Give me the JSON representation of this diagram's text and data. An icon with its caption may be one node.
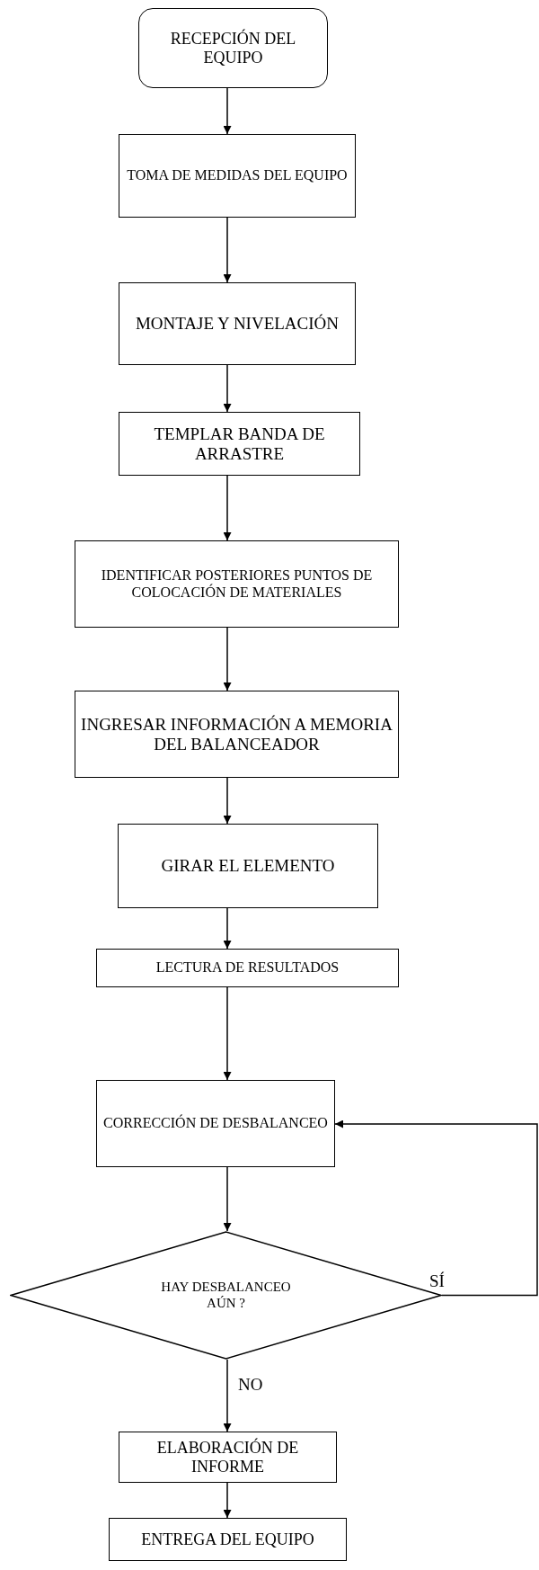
{
  "diagram": {
    "nodes": [
      {
        "text": [
          "RECEPCIÓN DEL EQUIPO"
        ]
      },
      {
        "text": [
          "TOMA DE MEDIDAS DEL EQUIPO"
        ]
      },
      {
        "text": [
          "MONTAJE Y NIVELACIÓN"
        ]
      },
      {
        "text": [
          "TEMPLAR BANDA DE ARRASTRE"
        ]
      },
      {
        "text": [
          "IDENTIFICAR POSTERIORES PUNTOS DE COLOCACIÓN DE MATERIALES"
        ]
      },
      {
        "text": [
          "INGRESAR INFORMACIÓN A MEMORIA DEL BALANCEADOR"
        ]
      },
      {
        "text": [
          "GIRAR EL ELEMENTO"
        ]
      },
      {
        "text": [
          "LECTURA DE RESULTADOS"
        ]
      },
      {
        "text": [
          "CORRECCIÓN DE DESBALANCEO"
        ]
      },
      {
        "text": [
          "HAY DESBALANCEO AÚN ?"
        ]
      },
      {
        "text": [
          "ELABORACIÓN DE INFORME"
        ]
      },
      {
        "text": [
          "ENTREGA DEL EQUIPO"
        ]
      }
    ],
    "edges": [
      {
        "from": 0,
        "to": 1,
        "arrow": "to"
      },
      {
        "from": 1,
        "to": 2,
        "arrow": "to"
      },
      {
        "from": 2,
        "to": 3,
        "arrow": "to"
      },
      {
        "from": 3,
        "to": 4,
        "arrow": "to"
      },
      {
        "from": 4,
        "to": 5,
        "arrow": "to"
      },
      {
        "from": 5,
        "to": 6,
        "arrow": "to"
      },
      {
        "from": 6,
        "to": 7,
        "arrow": "to"
      },
      {
        "from": 7,
        "to": 8,
        "arrow": "to"
      },
      {
        "from": 8,
        "to": 9,
        "arrow": "to"
      },
      {
        "from": 9,
        "to": 10,
        "arrow": "to",
        "label": "NO"
      },
      {
        "from": 10,
        "to": 11,
        "arrow": "to"
      },
      {
        "from": 9,
        "to": 8,
        "arrow": "to",
        "label": "SÍ"
      }
    ]
  }
}
